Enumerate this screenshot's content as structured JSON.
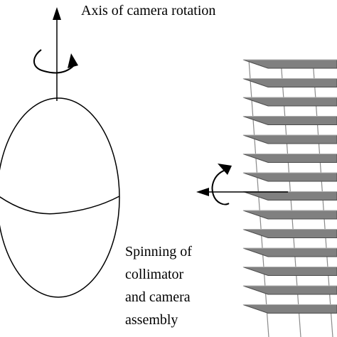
{
  "labels": {
    "axis_title": "Axis of camera rotation",
    "spin_line1": "Spinning of",
    "spin_line2": "collimator",
    "spin_line3": "and camera",
    "spin_line4": "assembly"
  },
  "colors": {
    "ink": "#000000",
    "plate_fill": "#808080",
    "plate_edge": "#4a4a4a",
    "rod": "#8a8a8a",
    "background": "#ffffff"
  }
}
